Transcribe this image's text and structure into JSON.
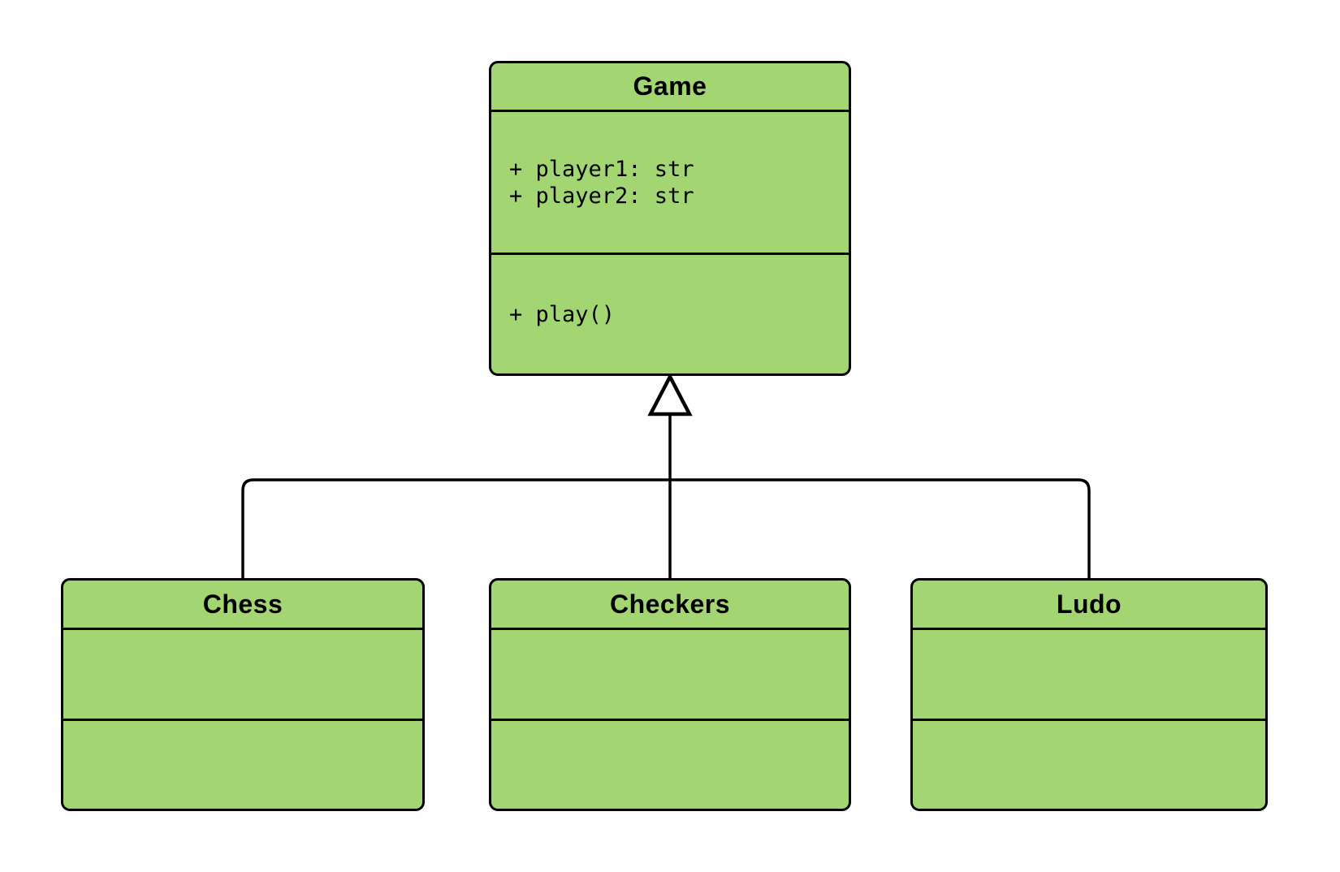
{
  "diagram": {
    "type": "uml-class-diagram",
    "background_color": "#ffffff",
    "node_fill_color": "#a3d572",
    "node_stroke_color": "#000000",
    "classes": [
      {
        "name": "Game",
        "attributes": [
          "+ player1: str",
          "+ player2: str"
        ],
        "methods": [
          "+ play()"
        ]
      },
      {
        "name": "Chess",
        "attributes": [],
        "methods": []
      },
      {
        "name": "Checkers",
        "attributes": [],
        "methods": []
      },
      {
        "name": "Ludo",
        "attributes": [],
        "methods": []
      }
    ],
    "relations": [
      {
        "from": "Chess",
        "to": "Game",
        "type": "inheritance"
      },
      {
        "from": "Checkers",
        "to": "Game",
        "type": "inheritance"
      },
      {
        "from": "Ludo",
        "to": "Game",
        "type": "inheritance"
      }
    ]
  }
}
